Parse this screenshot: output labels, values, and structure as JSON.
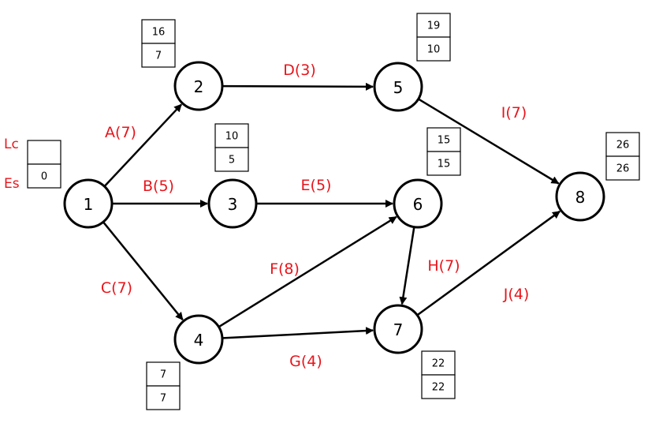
{
  "colors": {
    "activity": "#e8141b",
    "stroke": "#000000",
    "background": "#ffffff"
  },
  "legend": {
    "lc": "Lc",
    "es": "Es"
  },
  "nodes": [
    {
      "id": "1",
      "label": "1",
      "lc": "",
      "es": "0"
    },
    {
      "id": "2",
      "label": "2",
      "lc": "16",
      "es": "7"
    },
    {
      "id": "3",
      "label": "3",
      "lc": "10",
      "es": "5"
    },
    {
      "id": "4",
      "label": "4",
      "lc": "7",
      "es": "7"
    },
    {
      "id": "5",
      "label": "5",
      "lc": "19",
      "es": "10"
    },
    {
      "id": "6",
      "label": "6",
      "lc": "15",
      "es": "15"
    },
    {
      "id": "7",
      "label": "7",
      "lc": "22",
      "es": "22"
    },
    {
      "id": "8",
      "label": "8",
      "lc": "26",
      "es": "26"
    }
  ],
  "edges": [
    {
      "from": "1",
      "to": "2",
      "label": "A(7)"
    },
    {
      "from": "1",
      "to": "3",
      "label": "B(5)"
    },
    {
      "from": "1",
      "to": "4",
      "label": "C(7)"
    },
    {
      "from": "2",
      "to": "5",
      "label": "D(3)"
    },
    {
      "from": "3",
      "to": "6",
      "label": "E(5)"
    },
    {
      "from": "4",
      "to": "6",
      "label": "F(8)"
    },
    {
      "from": "4",
      "to": "7",
      "label": "G(4)"
    },
    {
      "from": "6",
      "to": "7",
      "label": "H(7)"
    },
    {
      "from": "5",
      "to": "8",
      "label": "I(7)"
    },
    {
      "from": "7",
      "to": "8",
      "label": "J(4)"
    }
  ]
}
